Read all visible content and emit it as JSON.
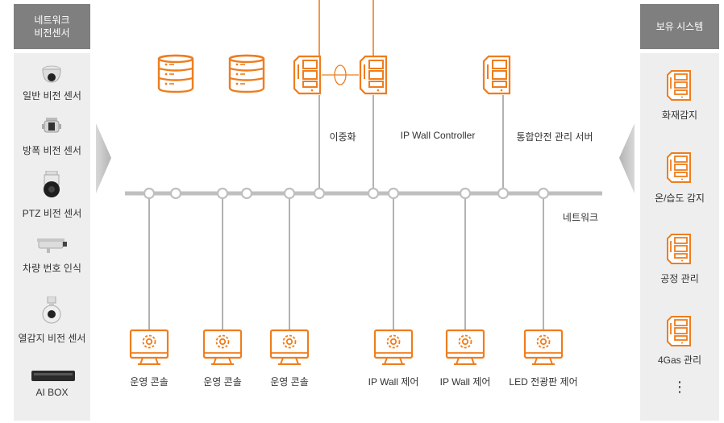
{
  "left_panel": {
    "title_line1": "네트워크",
    "title_line2": "비전센서",
    "sensors": [
      {
        "label": "일반 비전 센서",
        "icon": "dome-camera-icon"
      },
      {
        "label": "방폭 비전 센서",
        "icon": "explosion-proof-camera-icon"
      },
      {
        "label": "PTZ 비전 센서",
        "icon": "ptz-camera-icon"
      },
      {
        "label": "차량 번호 인식",
        "icon": "bullet-camera-icon"
      },
      {
        "label": "열감지 비전 센서",
        "icon": "thermal-camera-icon"
      },
      {
        "label": "AI BOX",
        "icon": "ai-box-icon"
      }
    ]
  },
  "right_panel": {
    "title": "보유 시스템",
    "systems": [
      {
        "label": "화재감지",
        "icon": "server-icon"
      },
      {
        "label": "온/습도 감지",
        "icon": "server-icon"
      },
      {
        "label": "공정 관리",
        "icon": "server-icon"
      },
      {
        "label": "4Gas 관리",
        "icon": "server-icon"
      }
    ],
    "more": "⋮"
  },
  "diagram": {
    "labels": {
      "redundancy": "이중화",
      "ip_wall_controller": "IP Wall Controller",
      "integrated_server": "통합안전 관리 서버",
      "network": "네트워크"
    },
    "consoles": [
      {
        "label": "운영 콘솔"
      },
      {
        "label": "운영 콘솔"
      },
      {
        "label": "운영 콘솔"
      },
      {
        "label": "IP Wall 제어"
      },
      {
        "label": "IP Wall 제어"
      },
      {
        "label": "LED 전광판 제어"
      }
    ]
  },
  "colors": {
    "accent": "#ee7d1e",
    "network_line": "#bfbfbf",
    "panel_head": "#7f7f7f",
    "panel_body": "#eeeeee",
    "connector": "#888888"
  }
}
